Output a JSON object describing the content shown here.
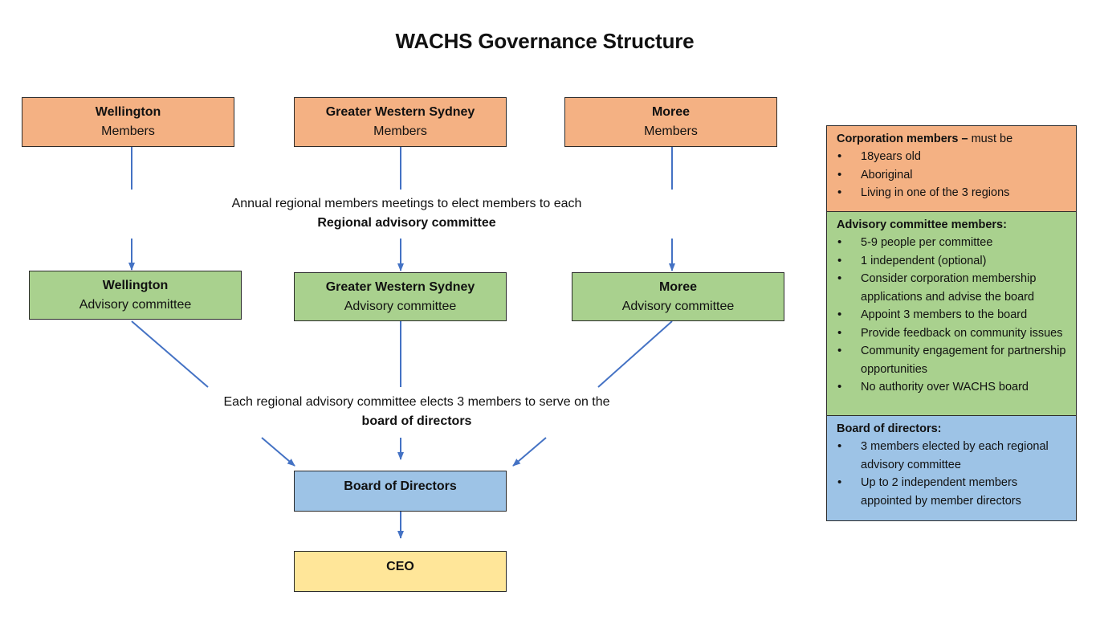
{
  "title": "WACHS Governance Structure",
  "regions": [
    {
      "name": "Wellington",
      "members_label": "Members",
      "committee_label": "Advisory committee"
    },
    {
      "name": "Greater Western Sydney",
      "members_label": "Members",
      "committee_label": "Advisory committee"
    },
    {
      "name": "Moree",
      "members_label": "Members",
      "committee_label": "Advisory committee"
    }
  ],
  "captions": {
    "annual_meeting": {
      "text": "Annual regional members meetings to elect members to each",
      "emphasis": "Regional advisory committee"
    },
    "board_election": {
      "text": "Each regional advisory committee elects 3 members to serve on the",
      "emphasis": "board of directors"
    }
  },
  "board": {
    "label": "Board of Directors"
  },
  "ceo": {
    "label": "CEO"
  },
  "legend": {
    "corporation": {
      "heading": "Corporation members –",
      "heading_suffix": " must be",
      "items": [
        "18years old",
        "Aboriginal",
        "Living in one of the 3 regions"
      ]
    },
    "advisory": {
      "heading": "Advisory committee members:",
      "items": [
        "5-9 people per committee",
        "1 independent (optional)",
        "Consider corporation membership applications and advise the board",
        "Appoint 3 members to the board",
        "Provide feedback on community issues",
        "Community engagement for partnership opportunities",
        "No authority over WACHS board"
      ]
    },
    "board": {
      "heading": "Board of directors:",
      "items": [
        "3 members elected by each regional advisory committee",
        "Up to 2 independent members appointed by member directors"
      ]
    }
  },
  "colors": {
    "members": "#f4b183",
    "committee": "#a9d18e",
    "board": "#9dc3e6",
    "ceo": "#ffe699",
    "connector": "#4472c4"
  }
}
